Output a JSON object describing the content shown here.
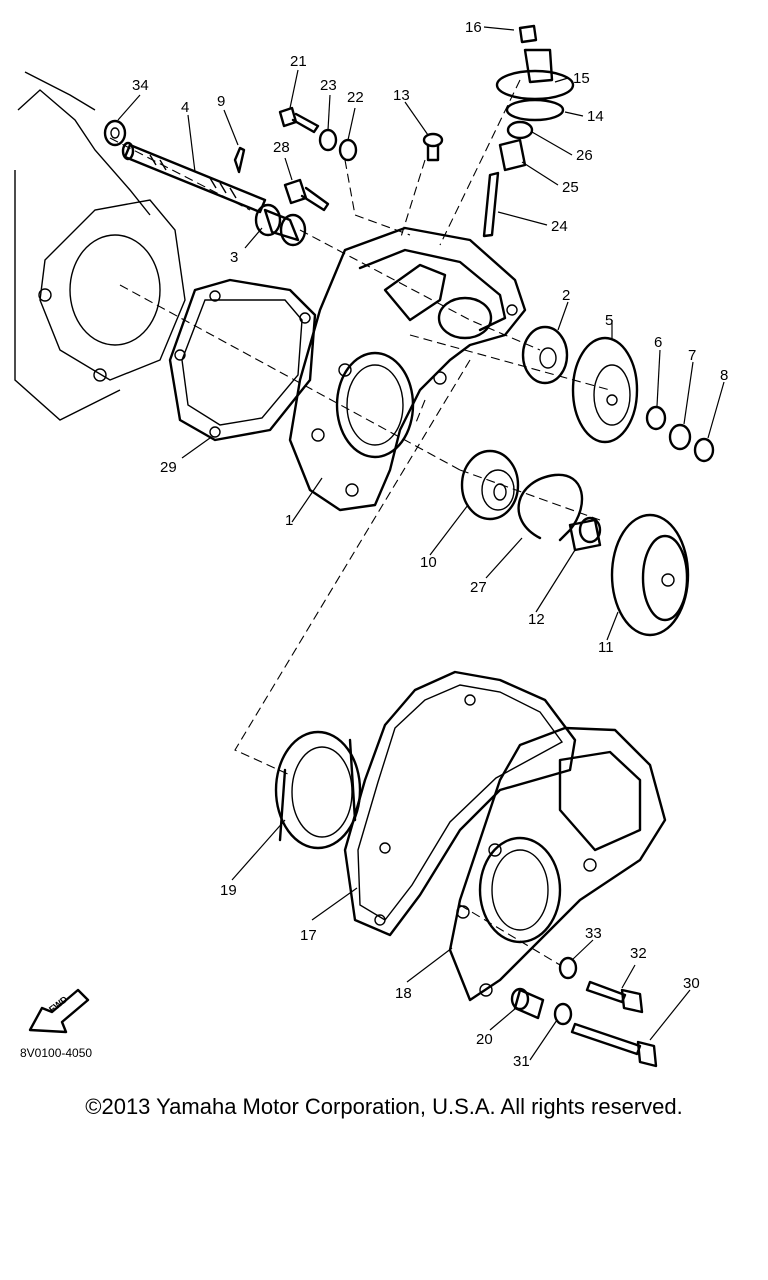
{
  "diagram": {
    "code": "8V0100-4050",
    "copyright": "©2013 Yamaha Motor Corporation, U.S.A. All rights reserved.",
    "fwd_label": "FWD",
    "parts": [
      "1",
      "2",
      "3",
      "4",
      "5",
      "6",
      "7",
      "8",
      "9",
      "10",
      "11",
      "12",
      "13",
      "14",
      "15",
      "16",
      "17",
      "18",
      "19",
      "20",
      "21",
      "22",
      "23",
      "24",
      "25",
      "26",
      "27",
      "28",
      "29",
      "30",
      "31",
      "32",
      "33",
      "34"
    ]
  }
}
